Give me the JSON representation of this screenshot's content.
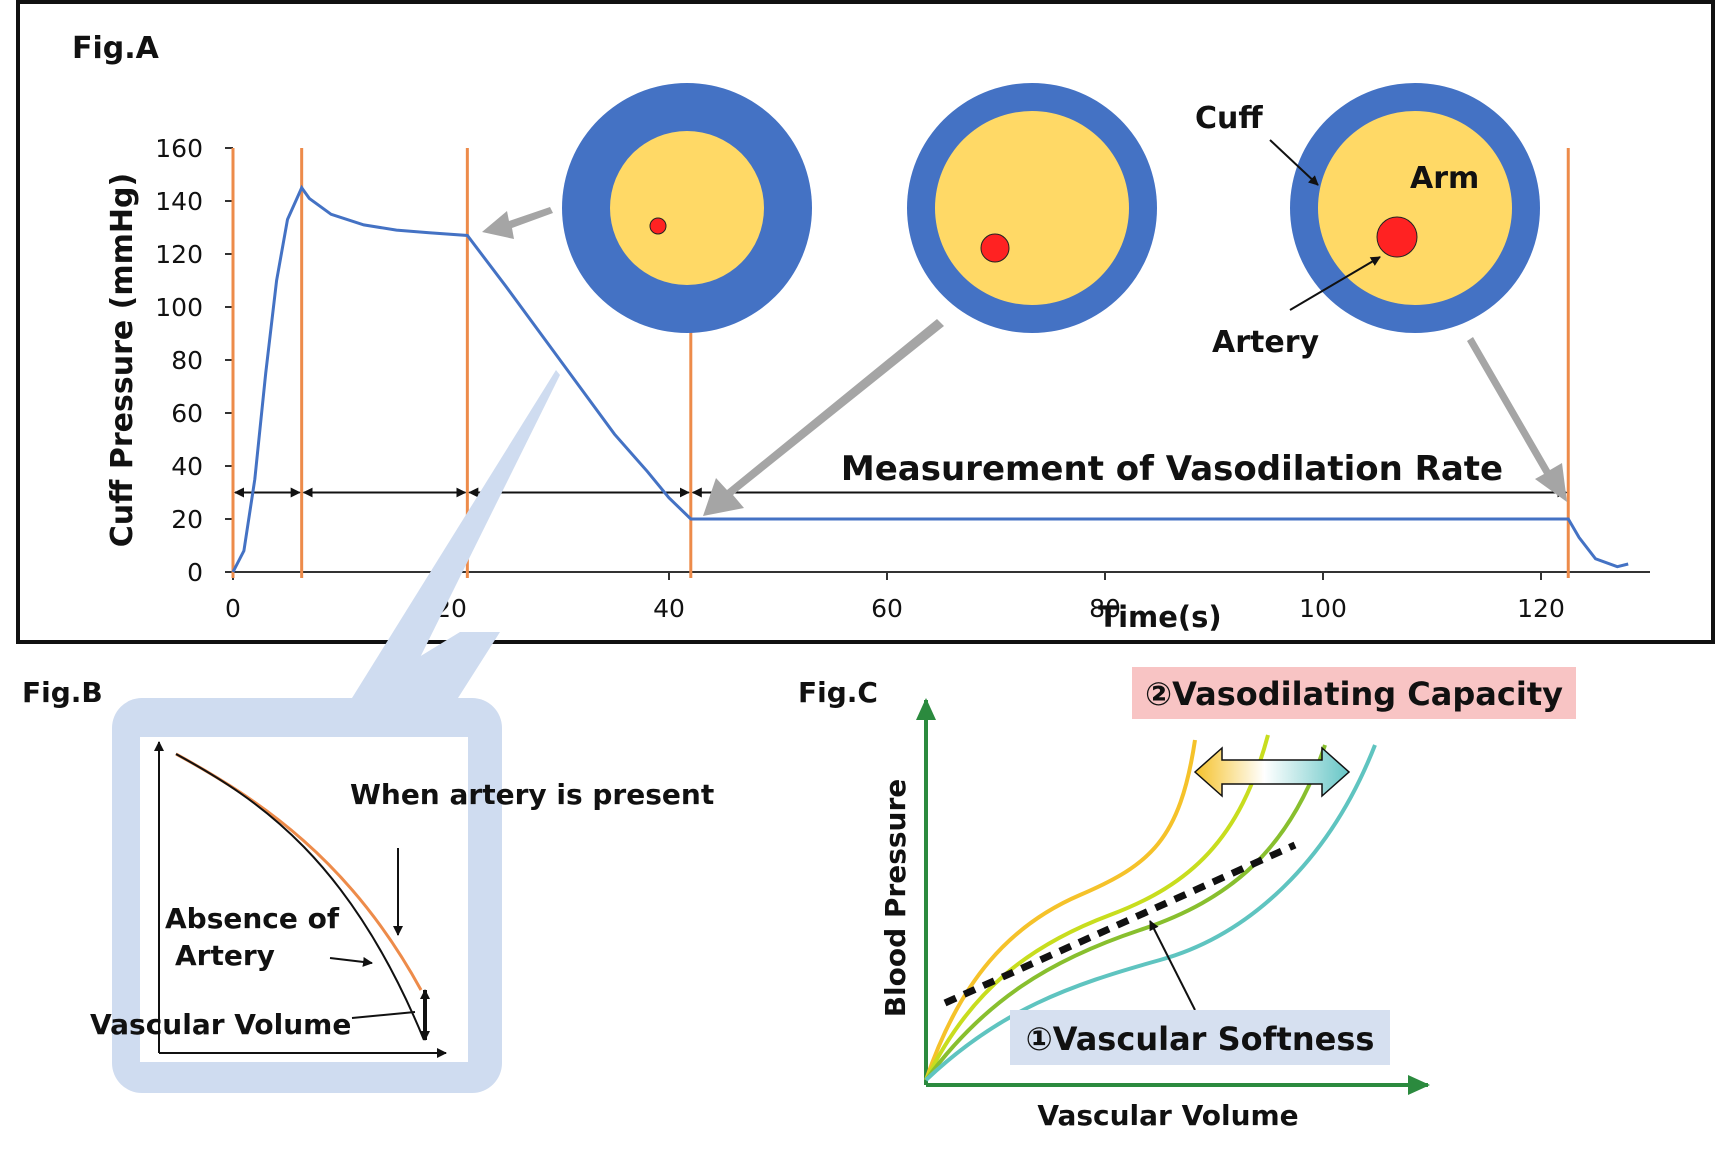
{
  "fig_a": {
    "label": "Fig.A",
    "measurement_label": "Measurement of Vasodilation Rate",
    "cross_section": {
      "cuff_label": "Cuff",
      "arm_label": "Arm",
      "artery_label": "Artery"
    },
    "chart_data": {
      "type": "line",
      "xlabel": "Time(s)",
      "ylabel": "Cuff Pressure (mmHg)",
      "xlim": [
        0,
        130
      ],
      "ylim": [
        0,
        160
      ],
      "x_ticks": [
        "0",
        "20",
        "40",
        "60",
        "80",
        "100",
        "120"
      ],
      "y_ticks": [
        "0",
        "20",
        "40",
        "60",
        "80",
        "100",
        "120",
        "140",
        "160"
      ],
      "phase_boundaries": [
        0,
        6.3,
        21.5,
        42,
        122.5
      ],
      "series": [
        {
          "x": [
            0,
            1,
            2,
            3,
            4,
            5,
            6.3,
            7,
            9,
            12,
            15,
            18,
            21.5,
            25,
            30,
            35,
            38,
            40,
            42,
            60,
            80,
            100,
            122.5,
            123.5,
            125,
            127,
            128
          ],
          "y": [
            0,
            8,
            35,
            75,
            110,
            133,
            145,
            141,
            135,
            131,
            129,
            128,
            127,
            108,
            80,
            52,
            38,
            28,
            20,
            20,
            20,
            20,
            20,
            13,
            5,
            2,
            3
          ]
        }
      ],
      "line_color": "#4472c4",
      "boundary_color": "#ed8b4a"
    }
  },
  "fig_b": {
    "label": "Fig.B",
    "present_label": "When artery is present",
    "absence_label_1": "Absence of",
    "absence_label_2": "Artery",
    "volume_label": "Vascular Volume"
  },
  "fig_c": {
    "label": "Fig.C",
    "ylabel": "Blood Pressure",
    "xlabel": "Vascular Volume",
    "capacity_label": "②Vasodilating Capacity",
    "softness_label": "①Vascular Softness",
    "curve_colors": [
      "#f5c22a",
      "#c8dd1e",
      "#88bf2e",
      "#5fc4c0"
    ]
  },
  "colors": {
    "cuff": "#4472c4",
    "arm": "#ffd966",
    "artery": "#ff2222",
    "panel": "#cfdcf0",
    "arrow_gray": "#a5a5a5",
    "capacity_bg": "#f8c4c4",
    "softness_bg": "#d6e0f0",
    "axis_green": "#2b8a3e"
  }
}
